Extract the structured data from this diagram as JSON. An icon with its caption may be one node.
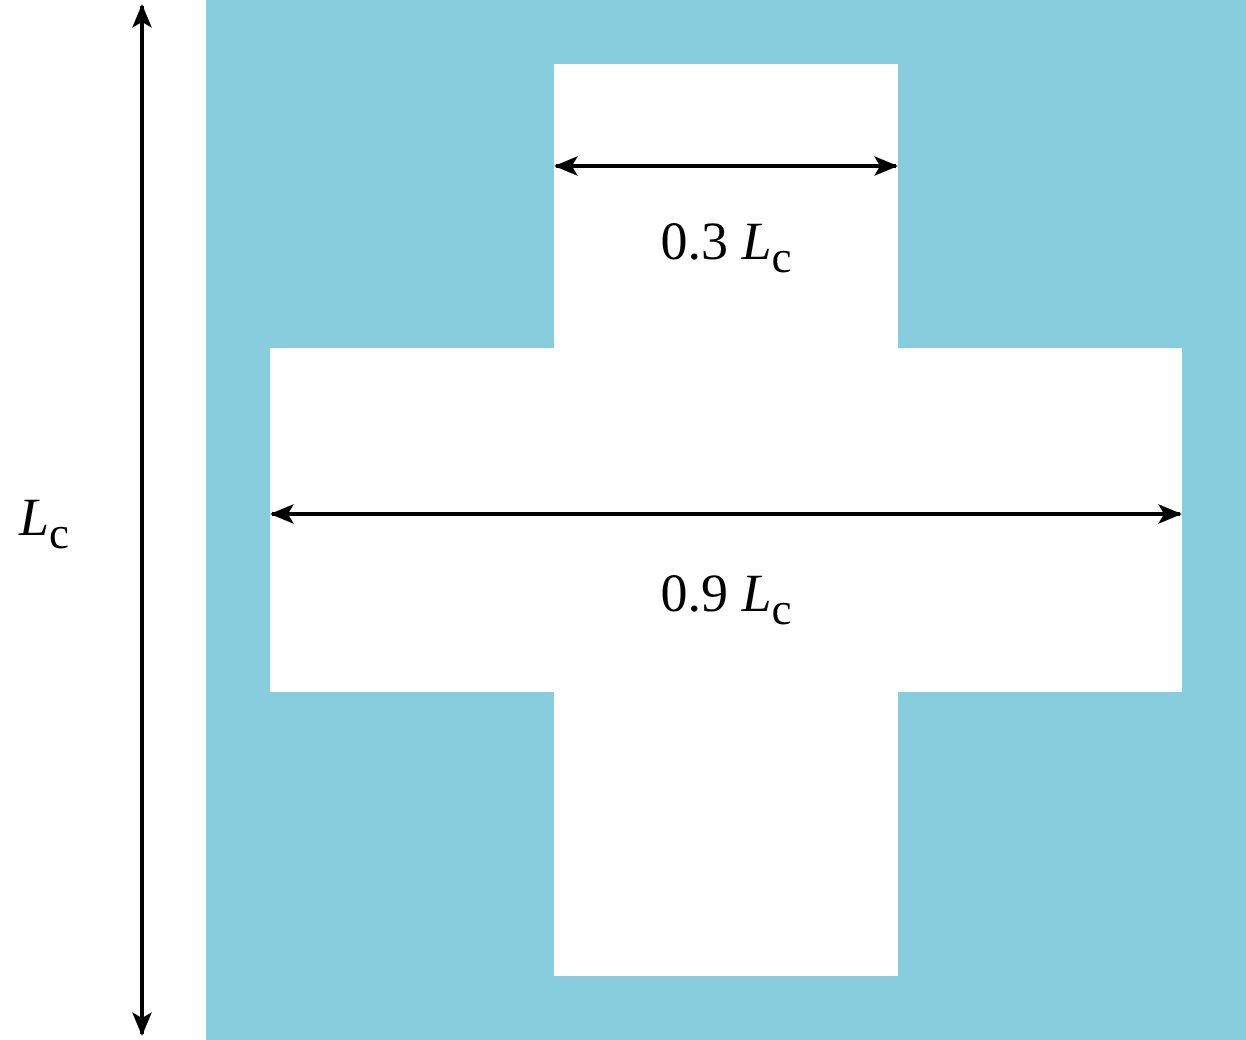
{
  "diagram": {
    "labels": [
      "*L*$_{c}$",
      "0.3 *L*$_{c}$",
      "0.9 *L*$_{c}$"
    ]
  }
}
